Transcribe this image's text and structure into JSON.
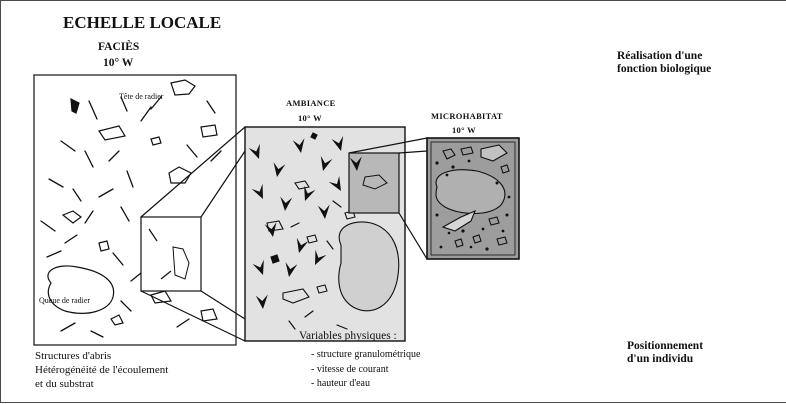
{
  "title": "ECHELLE LOCALE",
  "facies": {
    "label": "FACIÈS",
    "scale": "10° W",
    "top_label": "Tête de radier",
    "bottom_label": "Queue de radier"
  },
  "ambiance": {
    "label": "AMBIANCE",
    "scale": "10° W"
  },
  "microhabitat": {
    "label": "MICROHABITAT",
    "scale": "10° W"
  },
  "right_top": {
    "line1": "Réalisation d'une",
    "line2": "fonction biologique"
  },
  "right_bottom": {
    "line1": "Positionnement",
    "line2": "d'un individu"
  },
  "structures": {
    "line1": "Structures d'abris",
    "line2": "Hétérogénéité de l'écoulement",
    "line3": "et du substrat"
  },
  "variables": {
    "heading": "Variables physiques :",
    "items": [
      "- structure granulométrique",
      "- vitesse de courant",
      "- hauteur d'eau"
    ]
  },
  "colors": {
    "ambiance_fill": "#e2e2e2",
    "micro_fill": "#9d9d9d",
    "large_stone_fill": "#d0d0d0",
    "line": "#111111"
  }
}
